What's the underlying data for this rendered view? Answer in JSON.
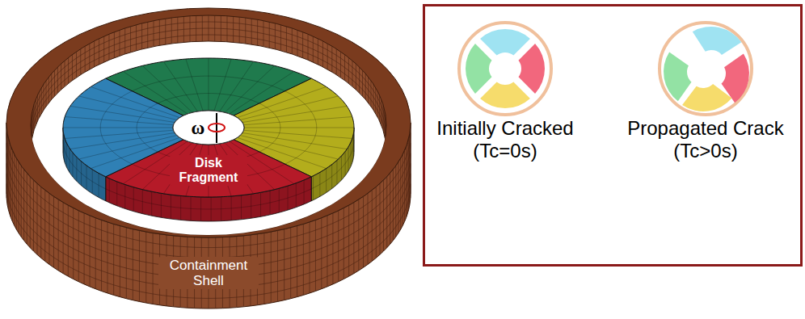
{
  "diagram": {
    "nodes": [
      {
        "text": [
          "Initially Cracked (Tc=0s)",
          "Propagated Crack (Tc>0s)"
        ]
      }
    ],
    "labels": [
      "ω",
      "Disk Fragment",
      "Containment Shell"
    ]
  }
}
